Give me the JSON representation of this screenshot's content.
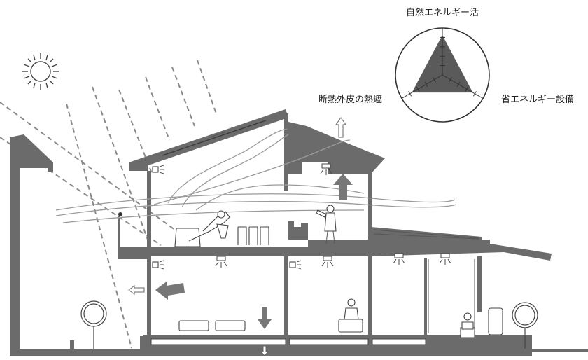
{
  "labels": {
    "top": "自然エネルギー活",
    "left": "断熱外皮の熱遮",
    "right": "省エネルギー設備"
  },
  "colors": {
    "wall": "#6b6b6b",
    "radar_fill": "#7a7a7a",
    "sun": "#444444"
  },
  "radar": {
    "axes": 3,
    "values": [
      0.85,
      0.75,
      0.75
    ]
  }
}
